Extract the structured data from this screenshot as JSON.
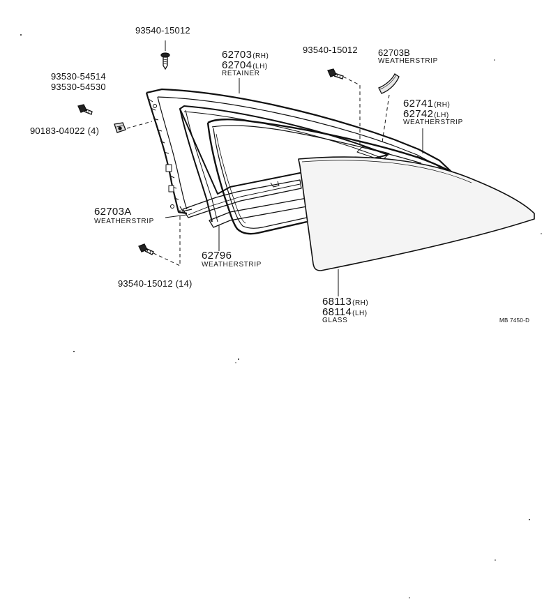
{
  "labels": {
    "screw_top": "93540-15012",
    "bolt_left_1": "93530-54514",
    "bolt_left_2": "93530-54530",
    "clip_nut": "90183-04022 (4)",
    "retainer_rh_num": "62703",
    "retainer_rh_suf": "(RH)",
    "retainer_lh_num": "62704",
    "retainer_lh_suf": "(LH)",
    "retainer_desc": "RETAINER",
    "screw_right": "93540-15012",
    "ws_b_num": "62703B",
    "ws_b_desc": "WEATHERSTRIP",
    "ws_outer_rh_num": "62741",
    "ws_outer_rh_suf": "(RH)",
    "ws_outer_lh_num": "62742",
    "ws_outer_lh_suf": "(LH)",
    "ws_outer_desc": "WEATHERSTRIP",
    "ws_a_num": "62703A",
    "ws_a_desc": "WEATHERSTRIP",
    "ws_inner_num": "62796",
    "ws_inner_desc": "WEATHERSTRIP",
    "screw_bottom": "93540-15012 (14)",
    "glass_rh_num": "68113",
    "glass_rh_suf": "(RH)",
    "glass_lh_num": "68114",
    "glass_lh_suf": "(LH)",
    "glass_desc": "GLASS",
    "drawing_ref": "MB 7450-D"
  },
  "icons": [
    "screw-icon",
    "bolt-icon",
    "clip-nut-icon",
    "weatherstrip-b-icon",
    "retainer-frame",
    "weatherstrip-frame",
    "glass-panel"
  ],
  "colors": {
    "ink": "#111111",
    "paper": "#ffffff",
    "glass_fill": "#f4f4f4"
  }
}
